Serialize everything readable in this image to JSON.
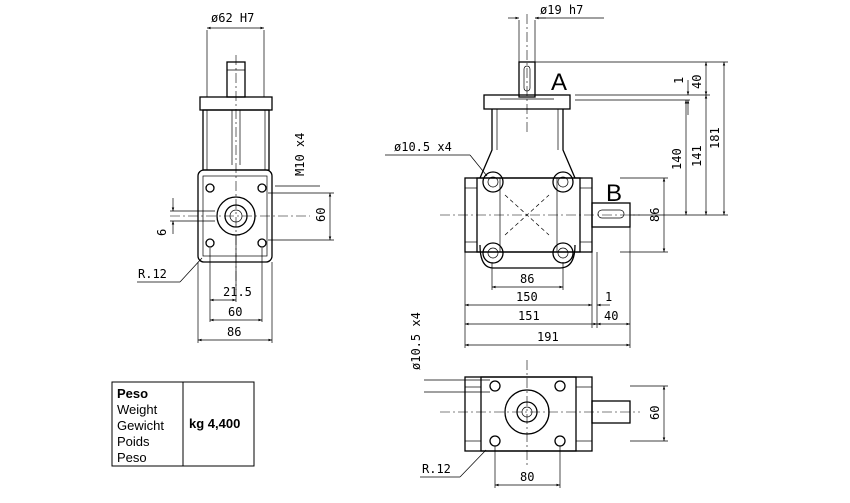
{
  "view_left": {
    "shaft_dia": "ø62 H7",
    "thread": "M10 x4",
    "dim_height_60": "60",
    "dim_6": "6",
    "radius": "R.12",
    "dim_21_5": "21.5",
    "dim_60": "60",
    "dim_86": "86"
  },
  "view_front": {
    "shaft_dia": "ø19 h7",
    "hole": "ø10.5  x4",
    "label_a": "A",
    "label_b": "B",
    "dim_1_top": "1",
    "dim_40_top": "40",
    "dim_140": "140",
    "dim_141": "141",
    "dim_181": "181",
    "dim_86_right": "86",
    "dim_86_mid": "86",
    "dim_150": "150",
    "dim_1_right": "1",
    "dim_151": "151",
    "dim_40_right": "40",
    "dim_191": "191"
  },
  "view_bottom": {
    "hole": "ø10.5  x4",
    "radius": "R.12",
    "dim_60": "60",
    "dim_80": "80"
  },
  "weight_table": {
    "labels": [
      "Peso",
      "Weight",
      "Gewicht",
      "Poids",
      "Peso"
    ],
    "value": "kg 4,400"
  }
}
